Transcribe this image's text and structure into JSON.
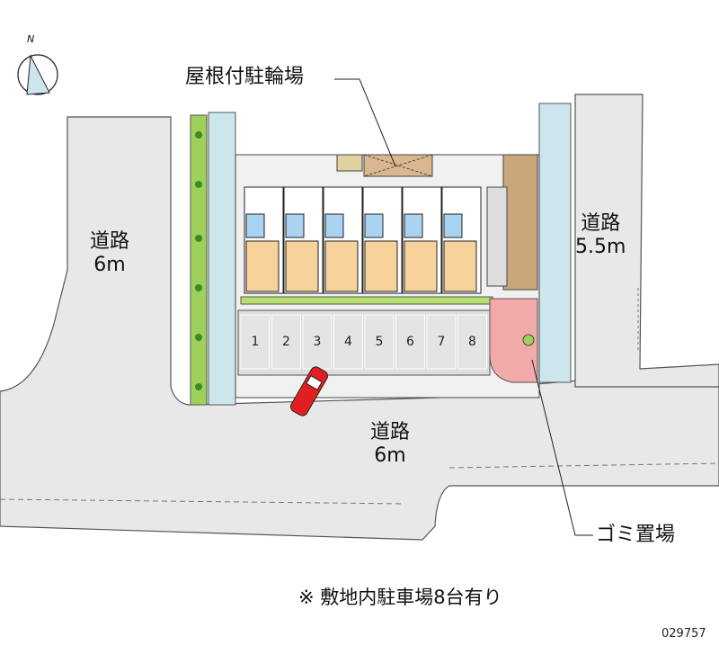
{
  "compass": {
    "label": "N"
  },
  "labels": {
    "bicycle_parking": "屋根付駐輪場",
    "garbage": "ゴミ置場"
  },
  "roads": {
    "left": {
      "name": "道路",
      "width": "6m"
    },
    "right": {
      "name": "道路",
      "width": "5.5m"
    },
    "bottom": {
      "name": "道路",
      "width": "6m"
    }
  },
  "parking_spaces": [
    "1",
    "2",
    "3",
    "4",
    "5",
    "6",
    "7",
    "8"
  ],
  "note": "※ 敷地内駐車場8台有り",
  "code": "029757",
  "colors": {
    "road": "#e8e8e8",
    "water": "#cde6ee",
    "green": "#9ed05a",
    "room": "#f7d29a",
    "wet": "#a9d3f0",
    "garbage": "#f2a9a9",
    "brick": "#c9a77a",
    "car": "#e02020"
  }
}
